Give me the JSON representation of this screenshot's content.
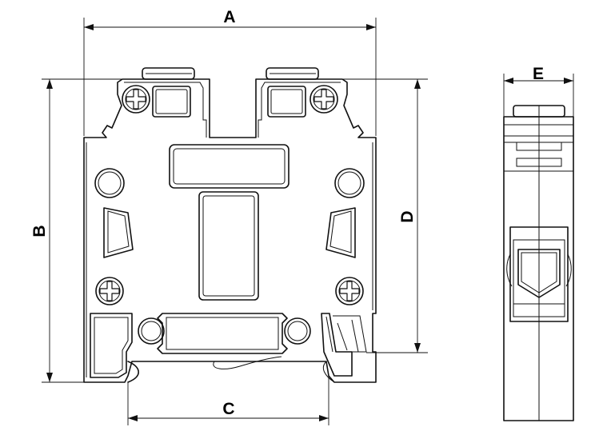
{
  "diagram": {
    "dimension_labels": {
      "width_top": "A",
      "height_left": "B",
      "width_bottom": "C",
      "height_right": "D",
      "side_width": "E"
    }
  }
}
